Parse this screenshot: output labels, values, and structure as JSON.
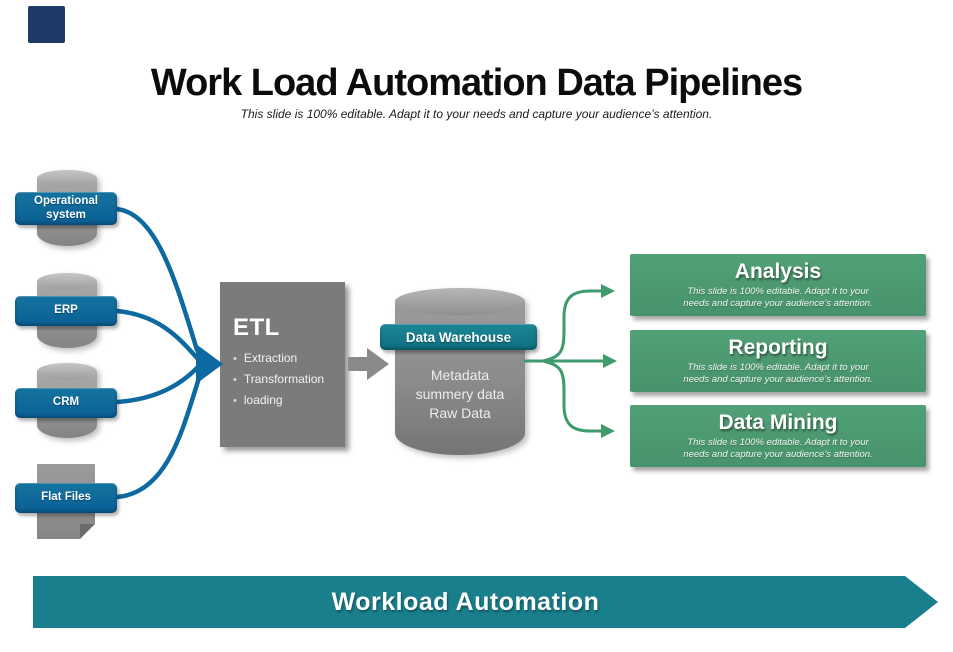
{
  "slide": {
    "title": "Work Load Automation Data Pipelines",
    "subtitle": "This slide is 100% editable. Adapt it to your needs and capture your audience’s attention."
  },
  "sources": [
    {
      "label": "Operational system",
      "shape": "cylinder"
    },
    {
      "label": "ERP",
      "shape": "cylinder"
    },
    {
      "label": "CRM",
      "shape": "cylinder"
    },
    {
      "label": "Flat Files",
      "shape": "document"
    }
  ],
  "etl": {
    "title": "ETL",
    "bullets": [
      "Extraction",
      "Transformation",
      "loading"
    ]
  },
  "warehouse": {
    "label": "Data Warehouse",
    "content_lines": [
      "Metadata",
      "summery data",
      "Raw Data"
    ]
  },
  "outputs": [
    {
      "title": "Analysis",
      "desc_line1": "This slide is 100% editable. Adapt it to your",
      "desc_line2": "needs and capture your audience’s attention."
    },
    {
      "title": "Reporting",
      "desc_line1": "This slide is 100% editable. Adapt it to your",
      "desc_line2": "needs and capture your audience’s attention."
    },
    {
      "title": "Data Mining",
      "desc_line1": "This slide is 100% editable. Adapt it to your",
      "desc_line2": "needs and capture your audience’s attention."
    }
  ],
  "banner": {
    "label": "Workload Automation"
  },
  "colors": {
    "source_label_blue": "#0d6aa1",
    "connector_blue": "#0d6aa1",
    "teal": "#147a8a",
    "banner_teal": "#197f8d",
    "green_box": "#4c9b71",
    "connector_green": "#3f9a6d",
    "etl_gray": "#7b7b7b",
    "cylinder_gray": "#9a9a9a",
    "corner_accent_navy": "#1e3a66"
  }
}
